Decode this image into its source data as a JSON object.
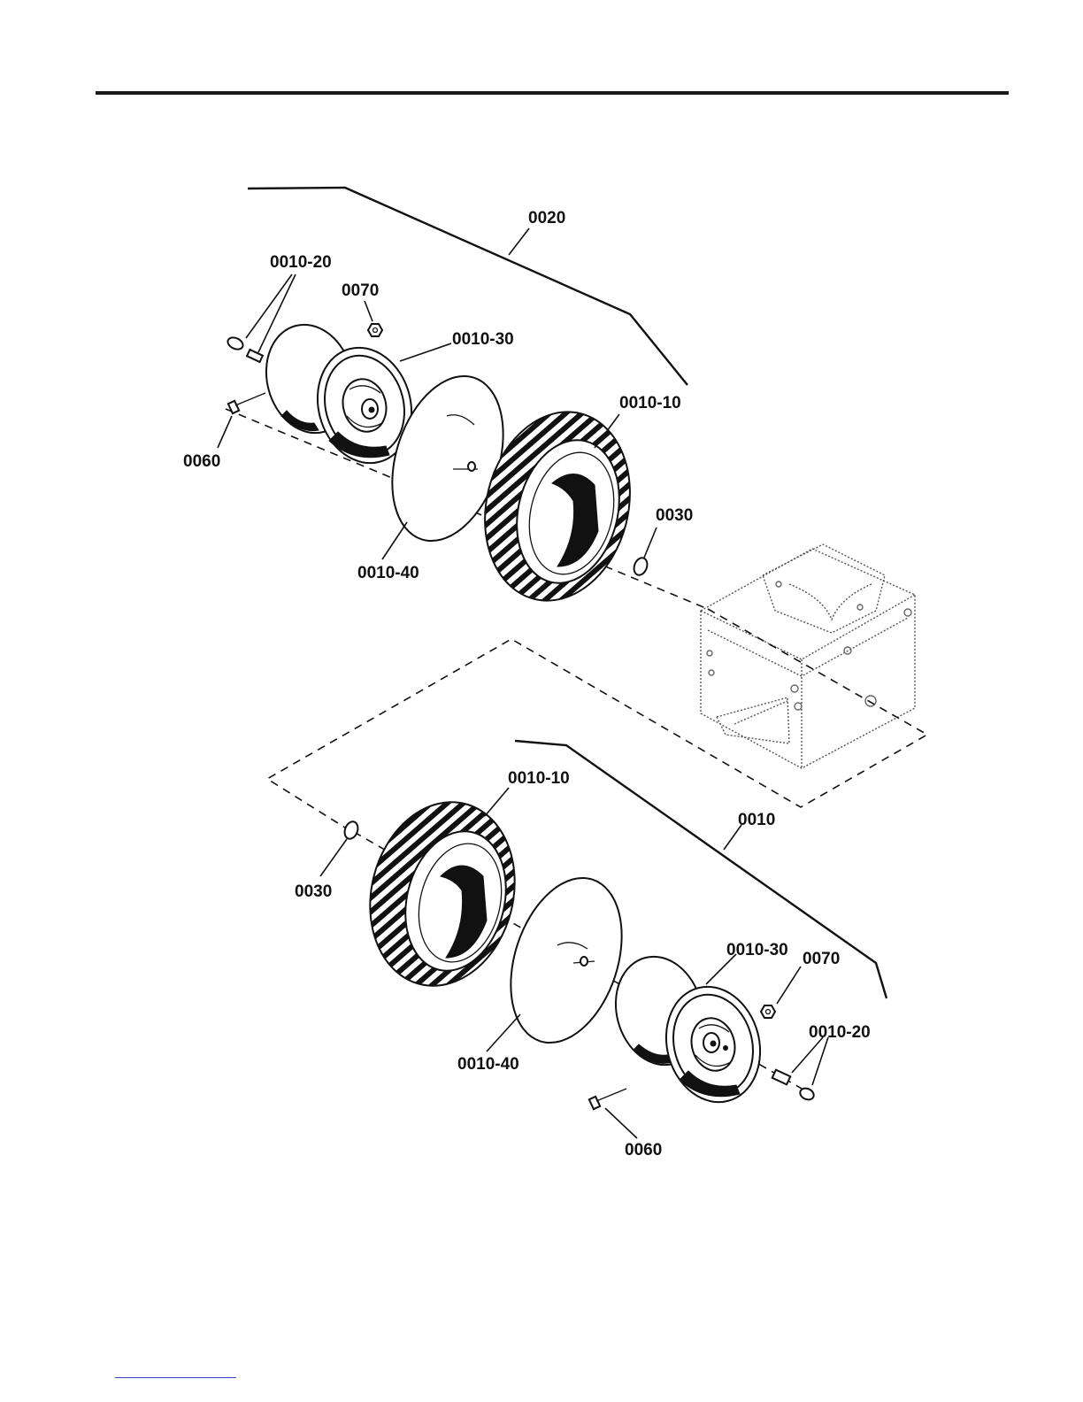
{
  "callouts": {
    "upper_assembly": "0020",
    "upper_valve_stem": "0010-20",
    "upper_valve_nut": "0070",
    "upper_rim": "0010-30",
    "upper_bolt": "0060",
    "upper_tire": "0010-10",
    "upper_tube": "0010-40",
    "upper_washer": "0030",
    "lower_assembly": "0010",
    "lower_tire": "0010-10",
    "lower_washer": "0030",
    "lower_tube": "0010-40",
    "lower_rim": "0010-30",
    "lower_valve_nut": "0070",
    "lower_valve_stem": "0010-20",
    "lower_bolt": "0060"
  }
}
